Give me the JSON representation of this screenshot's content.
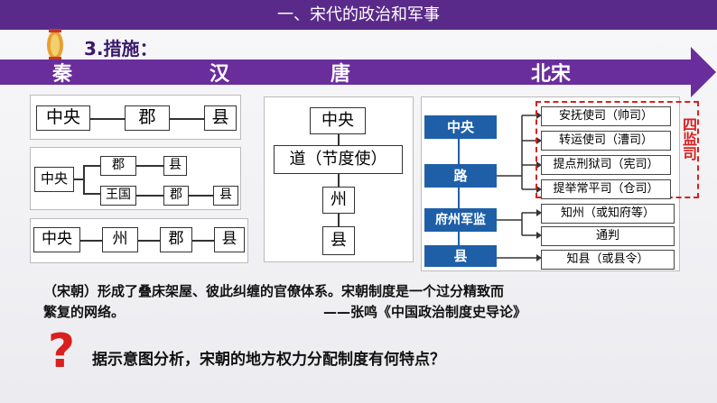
{
  "header": {
    "title": "一、宋代的政治和军事"
  },
  "section": {
    "heading": "3.措施："
  },
  "timeline": {
    "eras": [
      "秦",
      "汉",
      "唐",
      "北宋"
    ]
  },
  "qin_han": {
    "row1": [
      "中央",
      "郡",
      "县"
    ],
    "row2": {
      "center": "中央",
      "top": [
        "郡",
        "县"
      ],
      "bottom": [
        "王国",
        "郡",
        "县"
      ]
    },
    "row3": [
      "中央",
      "州",
      "郡",
      "县"
    ]
  },
  "tang": {
    "levels": [
      "中央",
      "道（节度使）",
      "州",
      "县"
    ]
  },
  "song": {
    "levels": [
      "中央",
      "路",
      "府州军监",
      "县"
    ],
    "supervisors": [
      "安抚使司（帅司）",
      "转运使司（漕司）",
      "提点刑狱司（宪司）",
      "提举常平司（仓司）"
    ],
    "supervisors_label": "四监司",
    "prefecture_offices": [
      "知州（或知府等）",
      "通判"
    ],
    "county_office": "知县（或县令）"
  },
  "quote": {
    "line1": "（宋朝）形成了叠床架屋、彼此纠缠的官僚体系。宋朝制度是一个过分精致而",
    "line2": "繁复的网络。",
    "source": "——张鸣《中国政治制度史导论》"
  },
  "question": {
    "mark": "?",
    "text": "据示意图分析，宋朝的地方权力分配制度有何特点？"
  },
  "colors": {
    "purple": "#6a2d9c",
    "blue": "#1f5fa8",
    "red": "#d9201e"
  }
}
